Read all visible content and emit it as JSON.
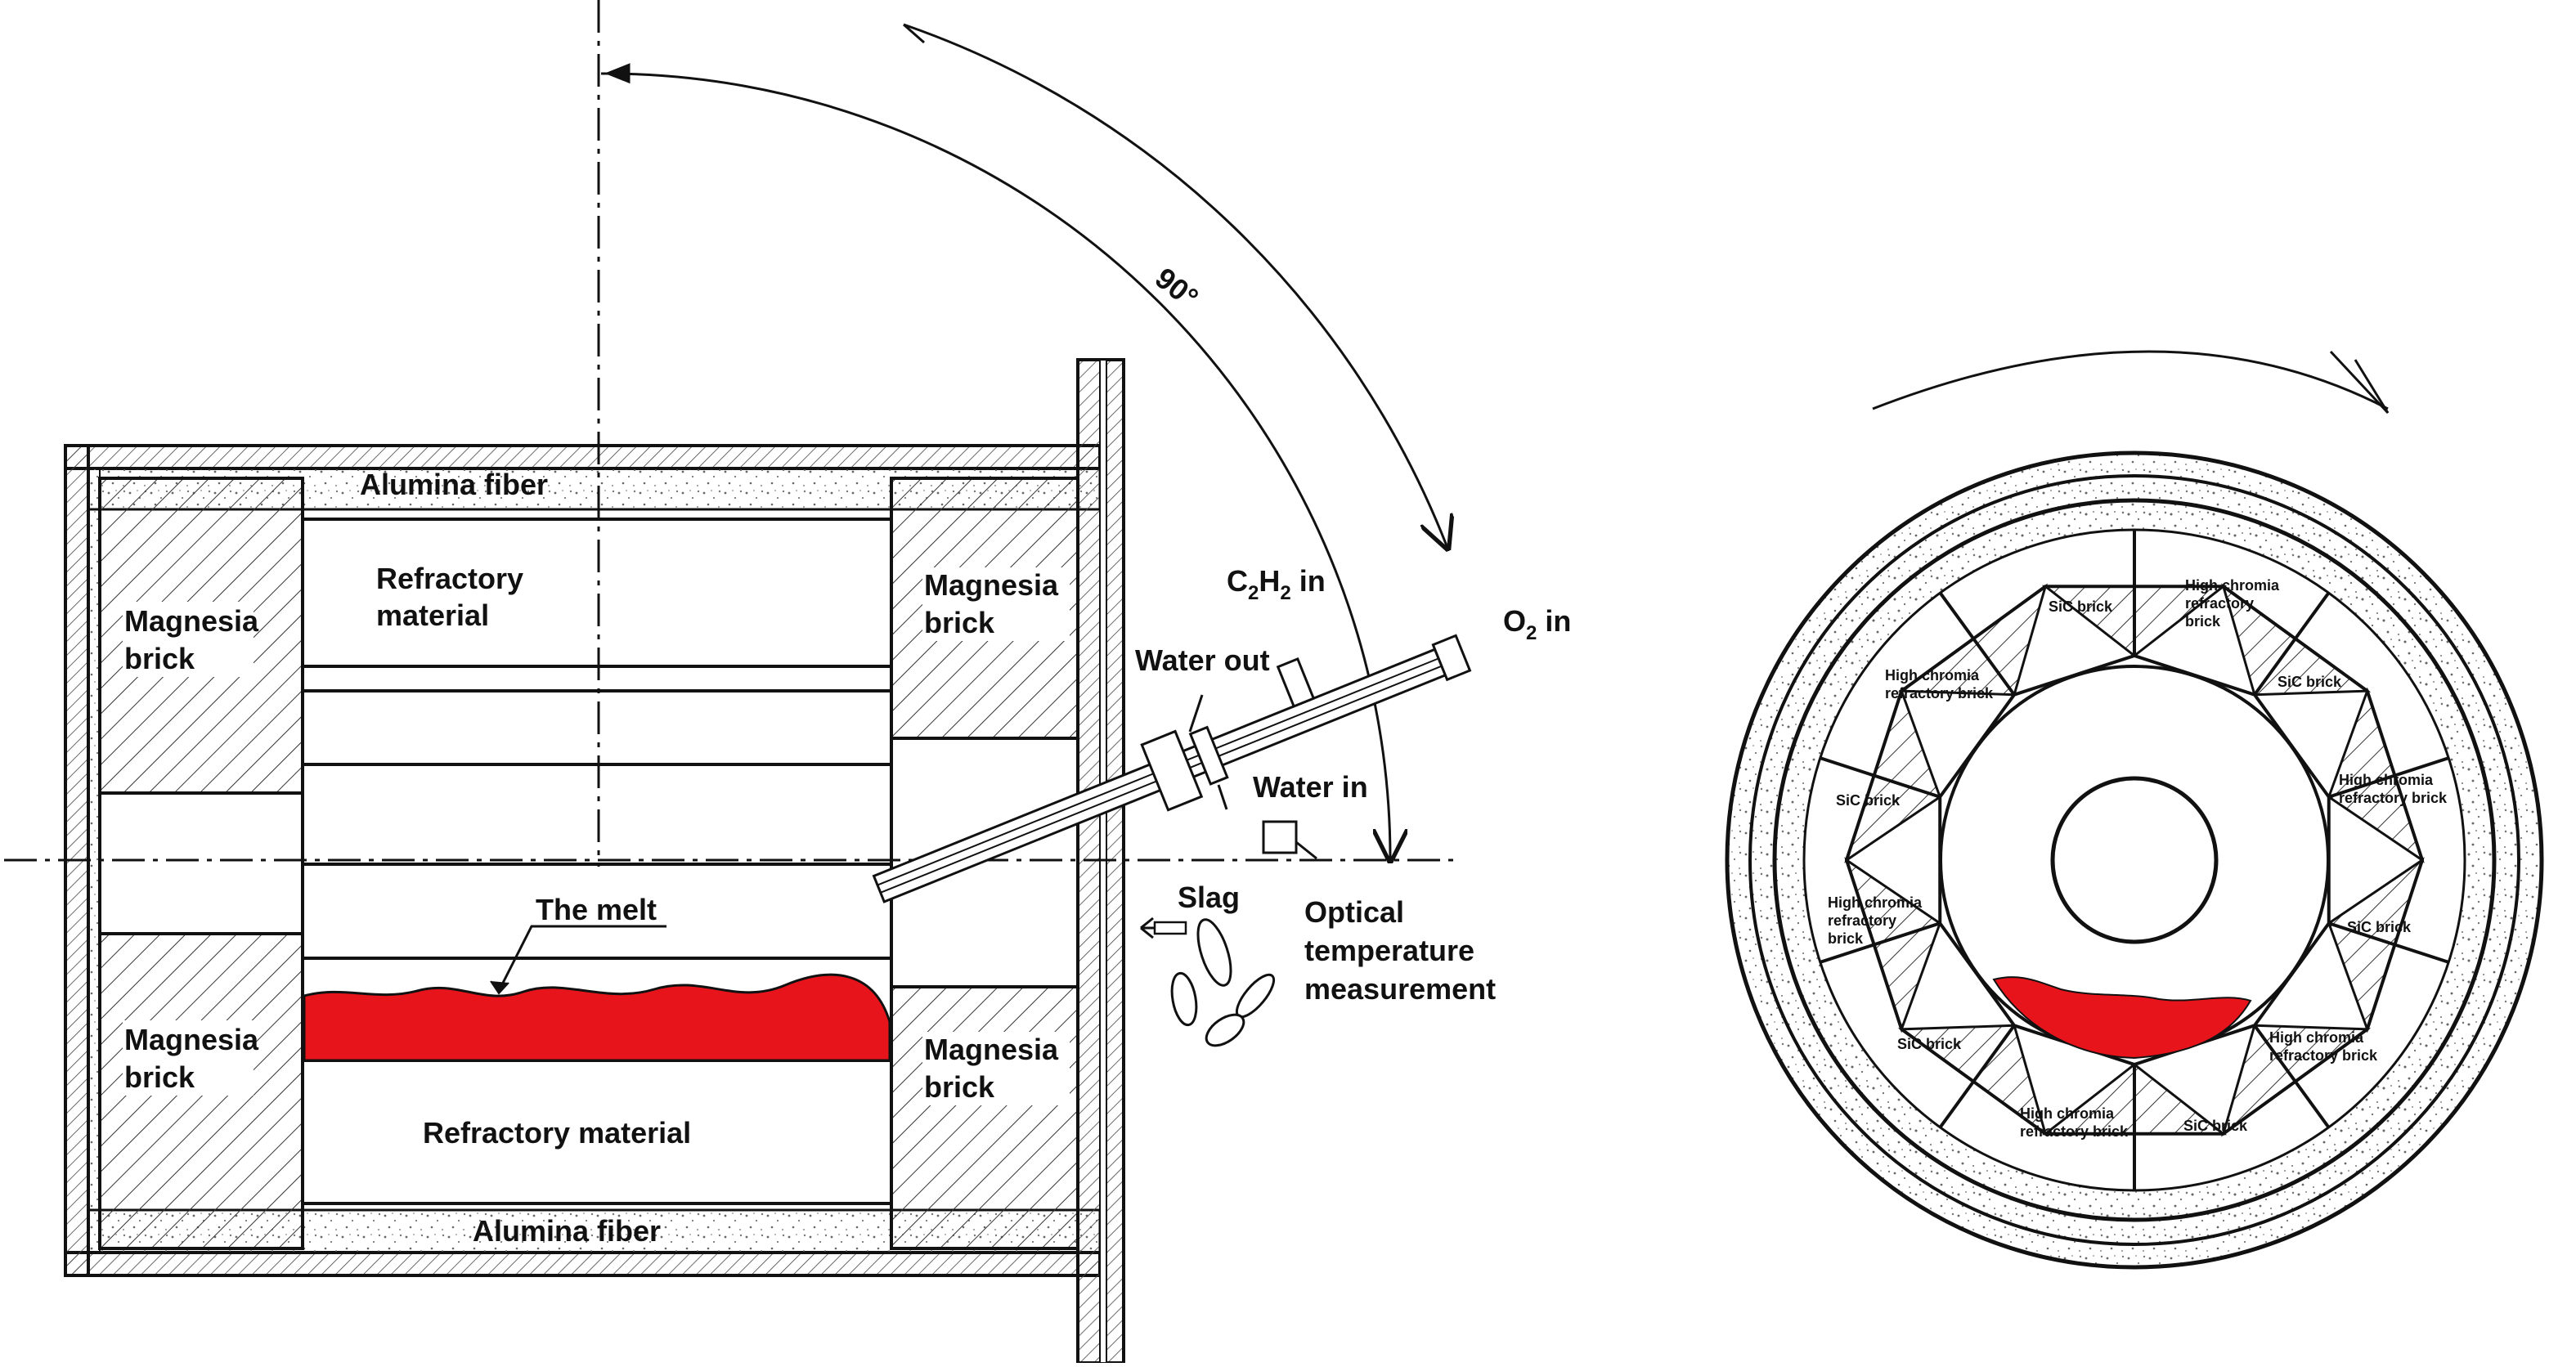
{
  "furnace_section": {
    "alumina_fiber_top": "Alumina fiber",
    "alumina_fiber_bottom": "Alumina fiber",
    "refractory_material_line1": "Refractory",
    "refractory_material_line2": "material",
    "refractory_material_bottom": "Refractory material",
    "magnesia_brick_word": "Magnesia",
    "brick_word": "brick",
    "the_melt": "The melt",
    "angle": "90°",
    "c2h2_prefix": "C",
    "c2h2_sub1": "2",
    "c2h2_mid": "H",
    "c2h2_sub2": "2",
    "c2h2_suffix": " in",
    "o2_prefix": "O",
    "o2_sub": "2",
    "o2_suffix": " in",
    "water_out": "Water out",
    "water_in": "Water in",
    "slag": "Slag",
    "optical_line1": "Optical",
    "optical_line2": "temperature",
    "optical_line3": "measurement"
  },
  "cross_section": {
    "sic_brick": "SiC brick",
    "high_chromia_line1": "High chromia",
    "high_chromia_line2": "refractory brick",
    "high_chromia_inline": "refractory brick",
    "high_chromia_short_line2": "refractory",
    "high_chromia_short_line3": "brick",
    "high_chromia_one_line2": "High chromia",
    "high_chromia_one_line3": "refractory brick"
  },
  "colors": {
    "melt": "#e8141c",
    "line": "#111111",
    "fiber_dot": "#555555"
  }
}
